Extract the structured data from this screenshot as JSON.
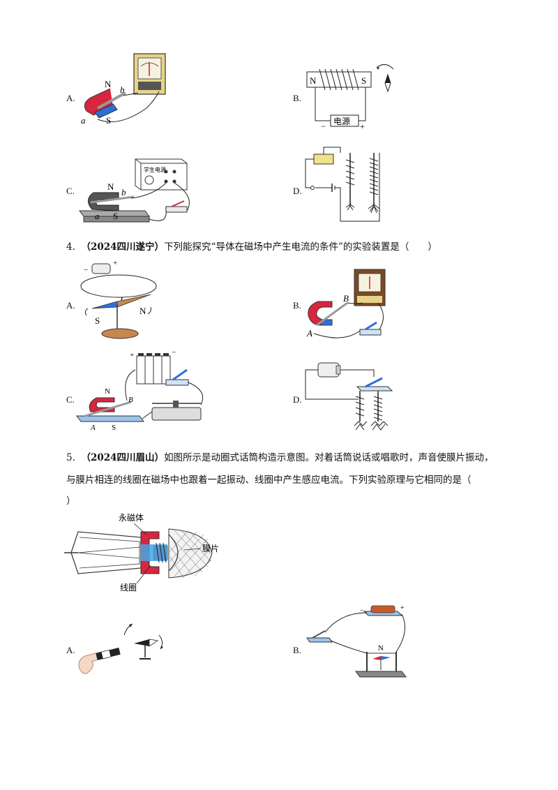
{
  "q3_options": {
    "a": {
      "label": "A.",
      "n": "N",
      "s": "S",
      "a_end": "a",
      "b_end": "b"
    },
    "b": {
      "label": "B.",
      "n": "N",
      "s": "S",
      "power": "电源",
      "minus": "−",
      "plus": "+"
    },
    "c": {
      "label": "C.",
      "n": "N",
      "s": "S",
      "a_end": "a",
      "b_end": "b",
      "supply_name": "学生电源"
    },
    "d": {
      "label": "D."
    }
  },
  "q4": {
    "number": "4.",
    "source": "（2024四川遂宁）",
    "stem": "下列能探究“导体在磁场中产生电流的条件”的实验装置是（　　）",
    "options": {
      "a": {
        "label": "A.",
        "n": "N",
        "s": "S",
        "current": "I",
        "minus": "−",
        "plus": "+"
      },
      "b": {
        "label": "B.",
        "a_end": "A",
        "b_end": "B"
      },
      "c": {
        "label": "C.",
        "n": "N",
        "s": "S",
        "a_end": "A",
        "b_end": "B",
        "plus": "+",
        "minus": "−"
      },
      "d": {
        "label": "D."
      }
    }
  },
  "q5": {
    "number": "5.",
    "source": "（2024四川眉山）",
    "stem_line1": "如图所示是动圈式话筒构造示意图。对着话筒说话或唱歌时，声音使膜片振动，",
    "stem_line2": "与膜片相连的线圈在磁场中也跟着一起振动、线圈中产生感应电流。下列实验原理与它相同的是（",
    "stem_line3": "）",
    "diagram": {
      "magnet_label": "永磁体",
      "diaphragm_label": "膜片",
      "coil_label": "线圈"
    },
    "options": {
      "a": {
        "label": "A."
      },
      "b": {
        "label": "B.",
        "n": "N",
        "minus": "−",
        "plus": "+"
      }
    }
  },
  "colors": {
    "red": "#d7263d",
    "blue": "#2e6fd6",
    "gray": "#7a7a7a",
    "wood": "#c8874a"
  }
}
